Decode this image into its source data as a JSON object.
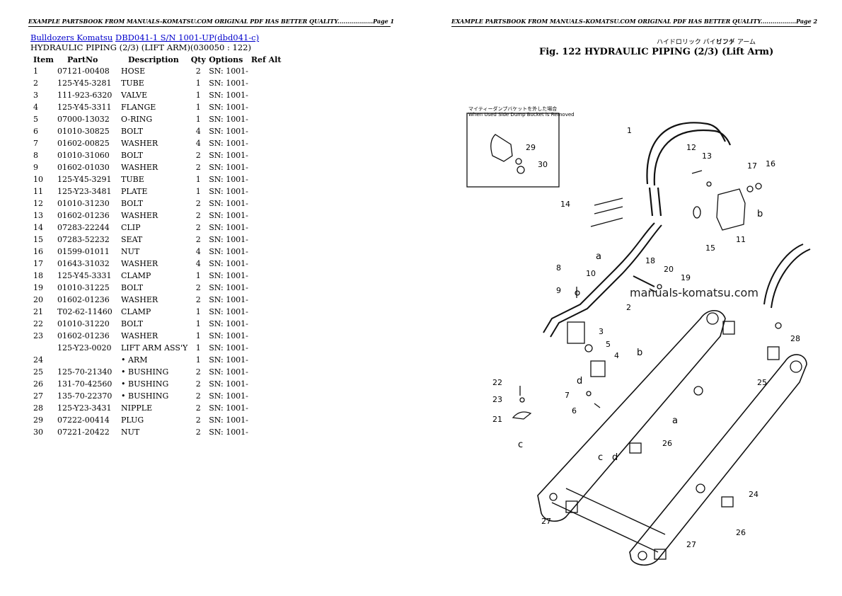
{
  "header": {
    "left": "EXAMPLE PARTSBOOK FROM MANUALS-KOMATSU.COM ORIGINAL PDF HAS BETTER QUALITY..................Page 1",
    "right": "EXAMPLE PARTSBOOK FROM MANUALS-KOMATSU.COM ORIGINAL PDF HAS BETTER QUALITY..................Page 2"
  },
  "breadcrumb": {
    "link1": "Bulldozers Komatsu",
    "link2": "DBD041-1 S/N 1001-UP(dbd041-c)"
  },
  "subtitle": "HYDRAULIC PIPING (2/3) (LIFT ARM)(030050 : 122)",
  "table": {
    "columns": [
      "Item",
      "PartNo",
      "Description",
      "Qty",
      "Options",
      "Ref Alt"
    ],
    "rows": [
      [
        "1",
        "07121-00408",
        "HOSE",
        "2",
        "SN: 1001-"
      ],
      [
        "2",
        "125-Y45-3281",
        "TUBE",
        "1",
        "SN: 1001-"
      ],
      [
        "3",
        "111-923-6320",
        "VALVE",
        "1",
        "SN: 1001-"
      ],
      [
        "4",
        "125-Y45-3311",
        "FLANGE",
        "1",
        "SN: 1001-"
      ],
      [
        "5",
        "07000-13032",
        "O-RING",
        "1",
        "SN: 1001-"
      ],
      [
        "6",
        "01010-30825",
        "BOLT",
        "4",
        "SN: 1001-"
      ],
      [
        "7",
        "01602-00825",
        "WASHER",
        "4",
        "SN: 1001-"
      ],
      [
        "8",
        "01010-31060",
        "BOLT",
        "2",
        "SN: 1001-"
      ],
      [
        "9",
        "01602-01030",
        "WASHER",
        "2",
        "SN: 1001-"
      ],
      [
        "10",
        "125-Y45-3291",
        "TUBE",
        "1",
        "SN: 1001-"
      ],
      [
        "11",
        "125-Y23-3481",
        "PLATE",
        "1",
        "SN: 1001-"
      ],
      [
        "12",
        "01010-31230",
        "BOLT",
        "2",
        "SN: 1001-"
      ],
      [
        "13",
        "01602-01236",
        "WASHER",
        "2",
        "SN: 1001-"
      ],
      [
        "14",
        "07283-22244",
        "CLIP",
        "2",
        "SN: 1001-"
      ],
      [
        "15",
        "07283-52232",
        "SEAT",
        "2",
        "SN: 1001-"
      ],
      [
        "16",
        "01599-01011",
        "NUT",
        "4",
        "SN: 1001-"
      ],
      [
        "17",
        "01643-31032",
        "WASHER",
        "4",
        "SN: 1001-"
      ],
      [
        "18",
        "125-Y45-3331",
        "CLAMP",
        "1",
        "SN: 1001-"
      ],
      [
        "19",
        "01010-31225",
        "BOLT",
        "2",
        "SN: 1001-"
      ],
      [
        "20",
        "01602-01236",
        "WASHER",
        "2",
        "SN: 1001-"
      ],
      [
        "21",
        "T02-62-11460",
        "CLAMP",
        "1",
        "SN: 1001-"
      ],
      [
        "22",
        "01010-31220",
        "BOLT",
        "1",
        "SN: 1001-"
      ],
      [
        "23",
        "01602-01236",
        "WASHER",
        "1",
        "SN: 1001-"
      ],
      [
        "",
        "125-Y23-0020",
        "LIFT ARM ASS'Y",
        "1",
        "SN: 1001-"
      ],
      [
        "24",
        "",
        "• ARM",
        "1",
        "SN: 1001-"
      ],
      [
        "25",
        "125-70-21340",
        "• BUSHING",
        "2",
        "SN: 1001-"
      ],
      [
        "26",
        "131-70-42560",
        "• BUSHING",
        "2",
        "SN: 1001-"
      ],
      [
        "27",
        "135-70-22370",
        "• BUSHING",
        "2",
        "SN: 1001-"
      ],
      [
        "28",
        "125-Y23-3431",
        "NIPPLE",
        "2",
        "SN: 1001-"
      ],
      [
        "29",
        "07222-00414",
        "PLUG",
        "2",
        "SN: 1001-"
      ],
      [
        "30",
        "07221-20422",
        "NUT",
        "2",
        "SN: 1001-"
      ]
    ]
  },
  "figure": {
    "jp_title": "ハイドロリック パイピング",
    "jp_title2": "リフト アーム",
    "title": "Fig. 122  HYDRAULIC PIPING (2/3) (Lift Arm)",
    "inset_jp": "マイティーダンプバケットを外した場合",
    "inset_en": "When Used Side Dump Bucket is Removed",
    "watermark": "manuals-komatsu.com",
    "callouts": [
      "1",
      "2",
      "3",
      "4",
      "5",
      "6",
      "7",
      "8",
      "9",
      "10",
      "11",
      "12",
      "13",
      "14",
      "15",
      "16",
      "17",
      "18",
      "19",
      "20",
      "21",
      "22",
      "23",
      "24",
      "25",
      "26",
      "26",
      "27",
      "27",
      "28",
      "29",
      "30",
      "a",
      "a",
      "b",
      "b",
      "c",
      "c",
      "d",
      "d"
    ]
  }
}
